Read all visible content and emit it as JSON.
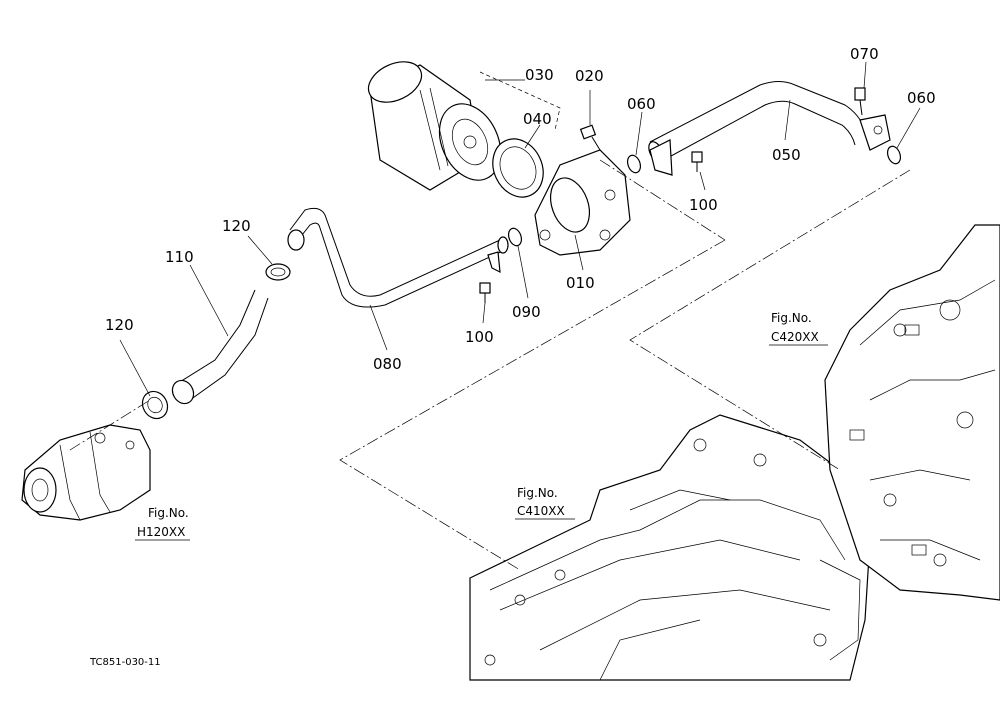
{
  "callouts": {
    "p010": "010",
    "p020": "020",
    "p030": "030",
    "p040": "040",
    "p050": "050",
    "p060a": "060",
    "p060b": "060",
    "p070": "070",
    "p080": "080",
    "p090": "090",
    "p100a": "100",
    "p100b": "100",
    "p110": "110",
    "p120a": "120",
    "p120b": "120"
  },
  "refs": {
    "h120_line1": "Fig.No.",
    "h120_line2": "H120XX",
    "c410_line1": "Fig.No.",
    "c410_line2": "C410XX",
    "c420_line1": "Fig.No.",
    "c420_line2": "C420XX"
  },
  "drawing_code": "TC851-030-11"
}
